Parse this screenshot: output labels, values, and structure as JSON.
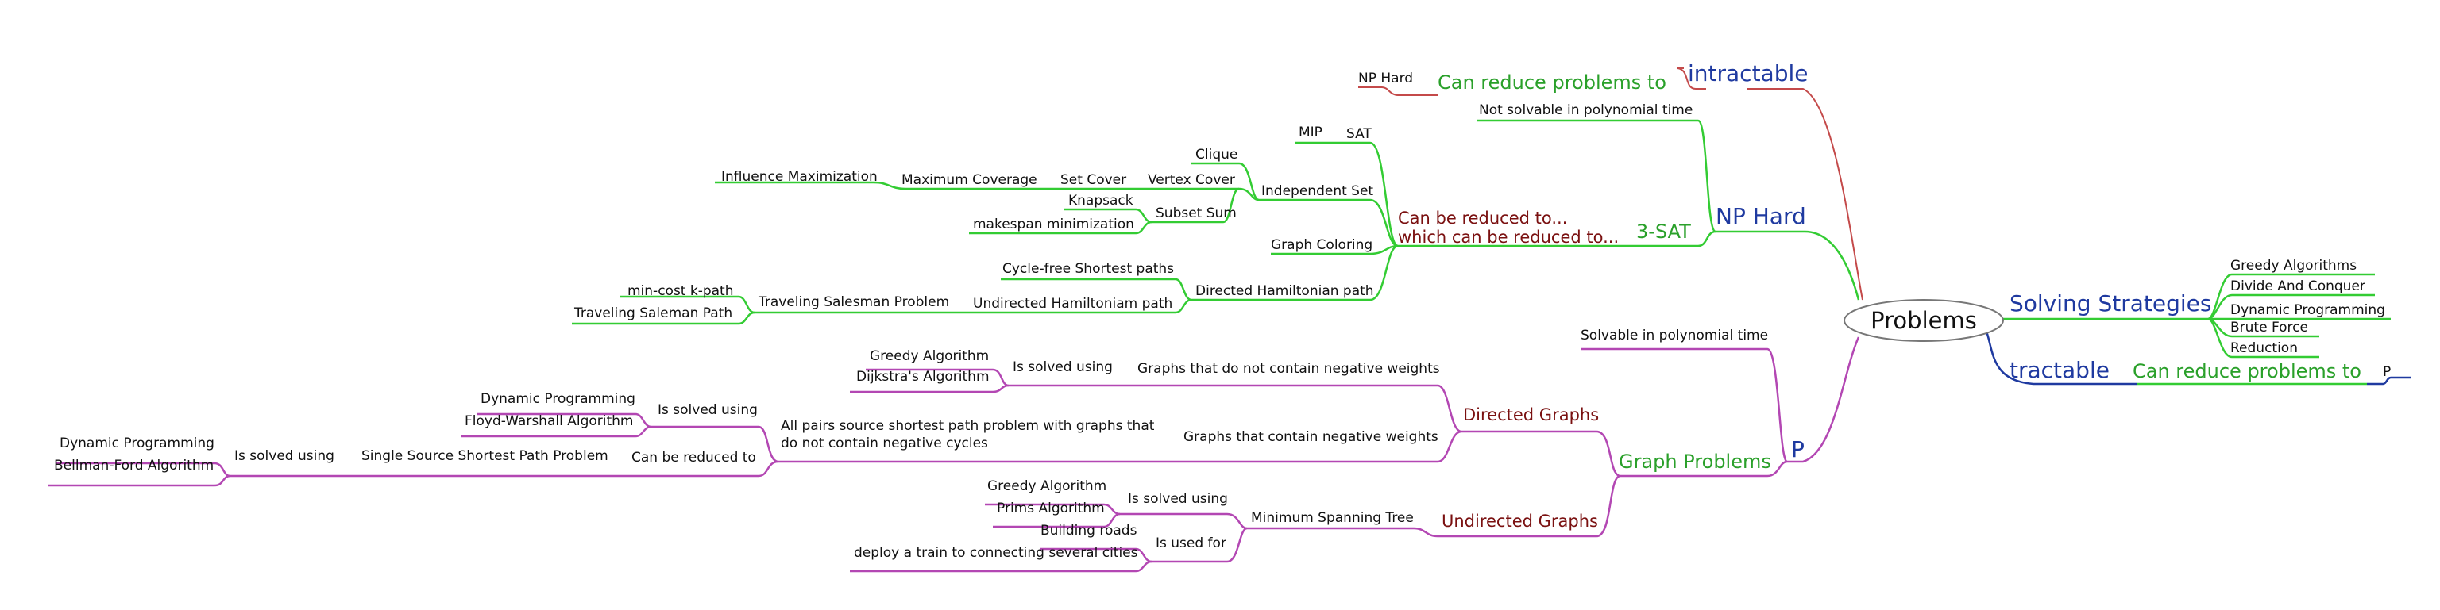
{
  "colors": {
    "background": "#ffffff",
    "root_border": "#777777",
    "blue_text": "#1f3aa0",
    "green_text": "#2aa02a",
    "maroon_text": "#7a1010",
    "purple_line": "#b347b3",
    "green_line": "#33cc33",
    "red_line": "#c44a4a"
  },
  "root": {
    "label": "Problems"
  },
  "tractable": {
    "label": "tractable",
    "reduce": "Can reduce problems to",
    "target": "P"
  },
  "intractable": {
    "label": "intractable",
    "reduce": "Can reduce problems to",
    "target": "NP Hard"
  },
  "solving_strategies": {
    "label": "Solving Strategies",
    "items": [
      "Greedy Algorithms",
      "Divide And Conquer",
      "Dynamic Programming",
      "Brute Force",
      "Reduction"
    ]
  },
  "np_hard": {
    "label": "NP Hard",
    "not_solvable": "Not solvable in polynomial time",
    "three_sat": "3-SAT",
    "reduced_1": "Can be reduced to...",
    "reduced_2": "which can be reduced to...",
    "sat": "SAT",
    "mip": "MIP",
    "independent_set": "Independent Set",
    "clique": "Clique",
    "vertex_cover": "Vertex Cover",
    "set_cover": "Set Cover",
    "maximum_coverage": "Maximum Coverage",
    "influence_maximization": "Influence Maximization",
    "subset_sum": "Subset Sum",
    "knapsack": "Knapsack",
    "makespan": "makespan minimization",
    "graph_coloring": "Graph Coloring",
    "directed_hamiltonian": "Directed Hamiltonian path",
    "cycle_free": "Cycle-free Shortest paths",
    "undirected_hamiltonian": "Undirected Hamiltoniam path",
    "tsp": "Traveling Salesman Problem",
    "min_cost": "min-cost k-path",
    "tsp_path": "Traveling Saleman Path"
  },
  "p": {
    "label": "P",
    "solvable": "Solvable in polynomial time",
    "graph_problems": "Graph Problems",
    "directed_graphs": "Directed Graphs",
    "no_negative": "Graphs that do not contain negative weights",
    "is_solved_using": "Is solved using",
    "greedy_algorithm": "Greedy Algorithm",
    "dijkstra": "Dijkstra's Algorithm",
    "negative": "Graphs that contain negative weights",
    "all_pairs_1": "All pairs source shortest path problem with graphs that",
    "all_pairs_2": "do not contain negative cycles",
    "dynamic_programming": "Dynamic Programming",
    "floyd_warshall": "Floyd-Warshall Algorithm",
    "can_be_reduced_to": "Can be reduced to",
    "single_source": "Single Source Shortest Path Problem",
    "bellman_ford": "Bellman-Ford Algorithm",
    "undirected_graphs": "Undirected Graphs",
    "mst": "Minimum Spanning Tree",
    "prims": "Prims Algorithm",
    "is_used_for": "Is used for",
    "building_roads": "Building roads",
    "deploy_train": "deploy a train to connecting several cities"
  }
}
